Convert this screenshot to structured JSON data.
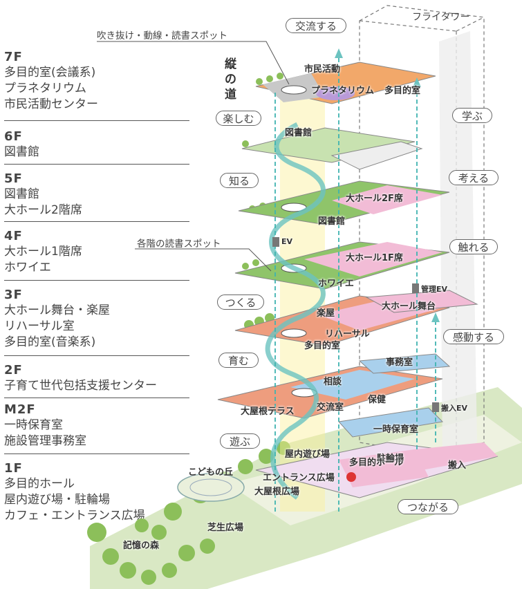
{
  "floors": [
    {
      "code": "7F",
      "lines": [
        "多目的室(会議系)",
        "プラネタリウム",
        "市民活動センター"
      ]
    },
    {
      "code": "6F",
      "lines": [
        "図書館"
      ]
    },
    {
      "code": "5F",
      "lines": [
        "図書館",
        "大ホール2階席"
      ]
    },
    {
      "code": "4F",
      "lines": [
        "大ホール1階席",
        "ホワイエ"
      ]
    },
    {
      "code": "3F",
      "lines": [
        "大ホール舞台・楽屋",
        "リハーサル室",
        "多目的室(音楽系)"
      ]
    },
    {
      "code": "2F",
      "lines": [
        "子育て世代包括支援センター"
      ]
    },
    {
      "code": "M2F",
      "lines": [
        "一時保育室",
        "施設管理事務室"
      ]
    },
    {
      "code": "1F",
      "lines": [
        "多目的ホール",
        "屋内遊び場・駐輪場",
        "カフェ・エントランス広場"
      ]
    }
  ],
  "callouts": {
    "atrium": "吹き抜け・動線・読書スポット",
    "reading_spots": "各階の読書スポット"
  },
  "vertical_axis_label": "縦の道",
  "tower_label": "フライタワー",
  "actions": [
    "交流する",
    "楽しむ",
    "学ぶ",
    "知る",
    "考える",
    "触れる",
    "つくる",
    "感動する",
    "育む",
    "遊ぶ",
    "つながる"
  ],
  "room_labels": {
    "f7_civic": "市民活動",
    "f7_planetarium": "プラネタリウム",
    "f7_multipurpose": "多目的室",
    "f6_library": "図書館",
    "f5_hall2": "大ホール2F席",
    "f5_library": "図書館",
    "f4_hall1": "大ホール1F席",
    "f4_foyer": "ホワイエ",
    "f3_dressing": "楽屋",
    "f3_stage": "大ホール舞台",
    "f3_rehearsal": "リハーサル",
    "f3_multipurpose": "多目的室",
    "f2_consult": "相談",
    "f2_health": "保健",
    "f2_office": "事務室",
    "f2_exchange": "交流室",
    "f2_terrace": "大屋根テラス",
    "m2_childcare": "一時保育室",
    "f1_bicycle": "駐輪場",
    "f1_loading": "搬入",
    "f1_playground": "屋内遊び場",
    "f1_hall": "多目的ホール",
    "f1_entrance": "エントランス広場",
    "f1_plaza": "大屋根広場",
    "kids_hill": "こどもの丘",
    "lawn": "芝生広場",
    "forest": "記憶の森"
  },
  "elevators": {
    "ev": "EV",
    "management": "管理EV",
    "loading": "搬入EV"
  },
  "colors": {
    "pink": "#f2bcd6",
    "orange": "#f2a86a",
    "green": "#8fc46a",
    "blue": "#a9d0ec",
    "salmon": "#ee9d7e",
    "gray": "#c8c8c8",
    "teal": "#6cc3c0",
    "yellow": "#fbf09a"
  }
}
